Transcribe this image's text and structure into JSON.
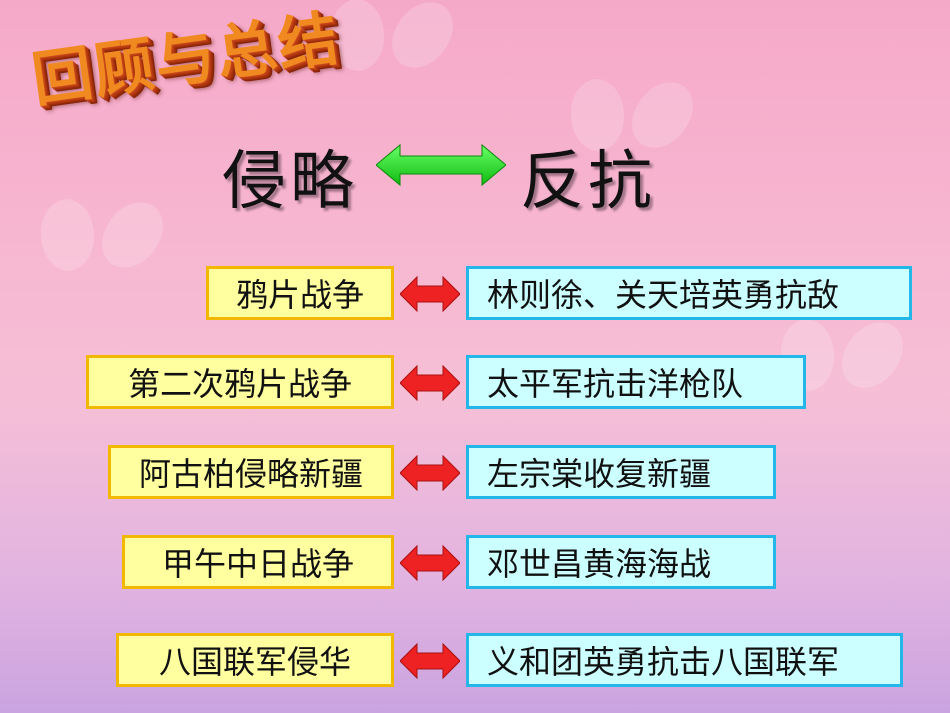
{
  "title": "回顾与总结",
  "heading": {
    "left": "侵略",
    "right": "反抗"
  },
  "colors": {
    "left_box_fill": "#ffffa0",
    "left_box_border": "#f2b800",
    "right_box_fill": "#ccffff",
    "right_box_border": "#23b6e8",
    "double_arrow_green": "#22dd22",
    "double_arrow_red": "#ee2222"
  },
  "rows": [
    {
      "aggression": "鸦片战争",
      "resistance": "林则徐、关天培英勇抗敌"
    },
    {
      "aggression": "第二次鸦片战争",
      "resistance": "太平军抗击洋枪队"
    },
    {
      "aggression": "阿古柏侵略新疆",
      "resistance": "左宗棠收复新疆"
    },
    {
      "aggression": "甲午中日战争",
      "resistance": "邓世昌黄海海战"
    },
    {
      "aggression": "八国联军侵华",
      "resistance": "义和团英勇抗击八国联军"
    }
  ]
}
